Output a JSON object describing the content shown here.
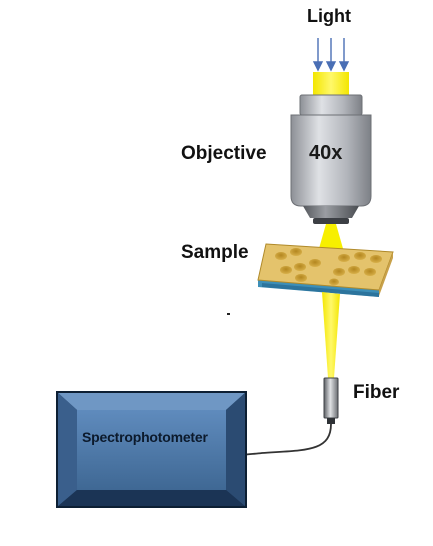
{
  "labels": {
    "light": "Light",
    "objective": "Objective",
    "magnification": "40x",
    "sample": "Sample",
    "fiber": "Fiber",
    "spectrophotometer": "Spectrophotometer"
  },
  "colors": {
    "light_beam": "#f7ef00",
    "light_arrows": "#4a6fb5",
    "objective_body": "#b9bcc2",
    "sample_slab": "#e4c36c",
    "sample_base": "#3d8fb8",
    "sample_wells": "#c89b2d",
    "spectrophotometer_box": "#4f78a8",
    "cable": "#333333"
  }
}
